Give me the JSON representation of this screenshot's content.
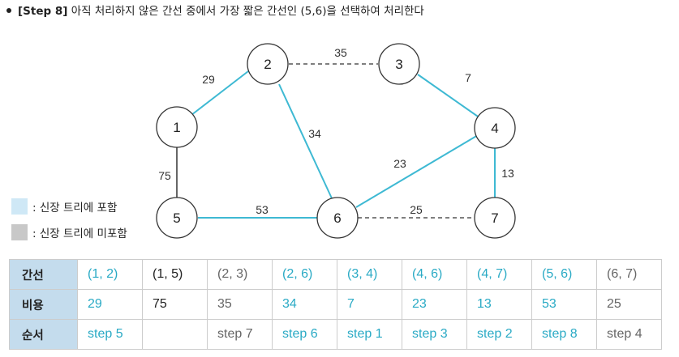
{
  "heading": {
    "step": "[Step 8]",
    "text": " 아직 처리하지 않은 간선 중에서 가장 짧은 간선인 (5,6)을 선택하여 처리한다"
  },
  "graph": {
    "nodes": [
      "1",
      "2",
      "3",
      "4",
      "5",
      "6",
      "7"
    ],
    "edge_weights": [
      "29",
      "35",
      "7",
      "34",
      "13",
      "75",
      "23",
      "53",
      "25"
    ],
    "colors": {
      "included": "#3eb9d3",
      "excluded": "#555555",
      "node_border": "#333333"
    }
  },
  "legend": [
    {
      "label": ": 신장 트리에 포함",
      "color": "#cfe8f6"
    },
    {
      "label": ": 신장 트리에 미포함",
      "color": "#c8c8c8"
    }
  ],
  "table": {
    "row_headers": [
      "간선",
      "비용",
      "순서"
    ],
    "edges": [
      "(1, 2)",
      "(1, 5)",
      "(2, 3)",
      "(2, 6)",
      "(3, 4)",
      "(4, 6)",
      "(4, 7)",
      "(5, 6)",
      "(6, 7)"
    ],
    "costs": [
      "29",
      "75",
      "35",
      "34",
      "7",
      "23",
      "13",
      "53",
      "25"
    ],
    "order": [
      "step 5",
      "",
      "step 7",
      "step 6",
      "step 1",
      "step 3",
      "step 2",
      "step 8",
      "step 4"
    ],
    "status": [
      "in",
      "none",
      "out",
      "in",
      "in",
      "in",
      "in",
      "in",
      "out"
    ]
  }
}
